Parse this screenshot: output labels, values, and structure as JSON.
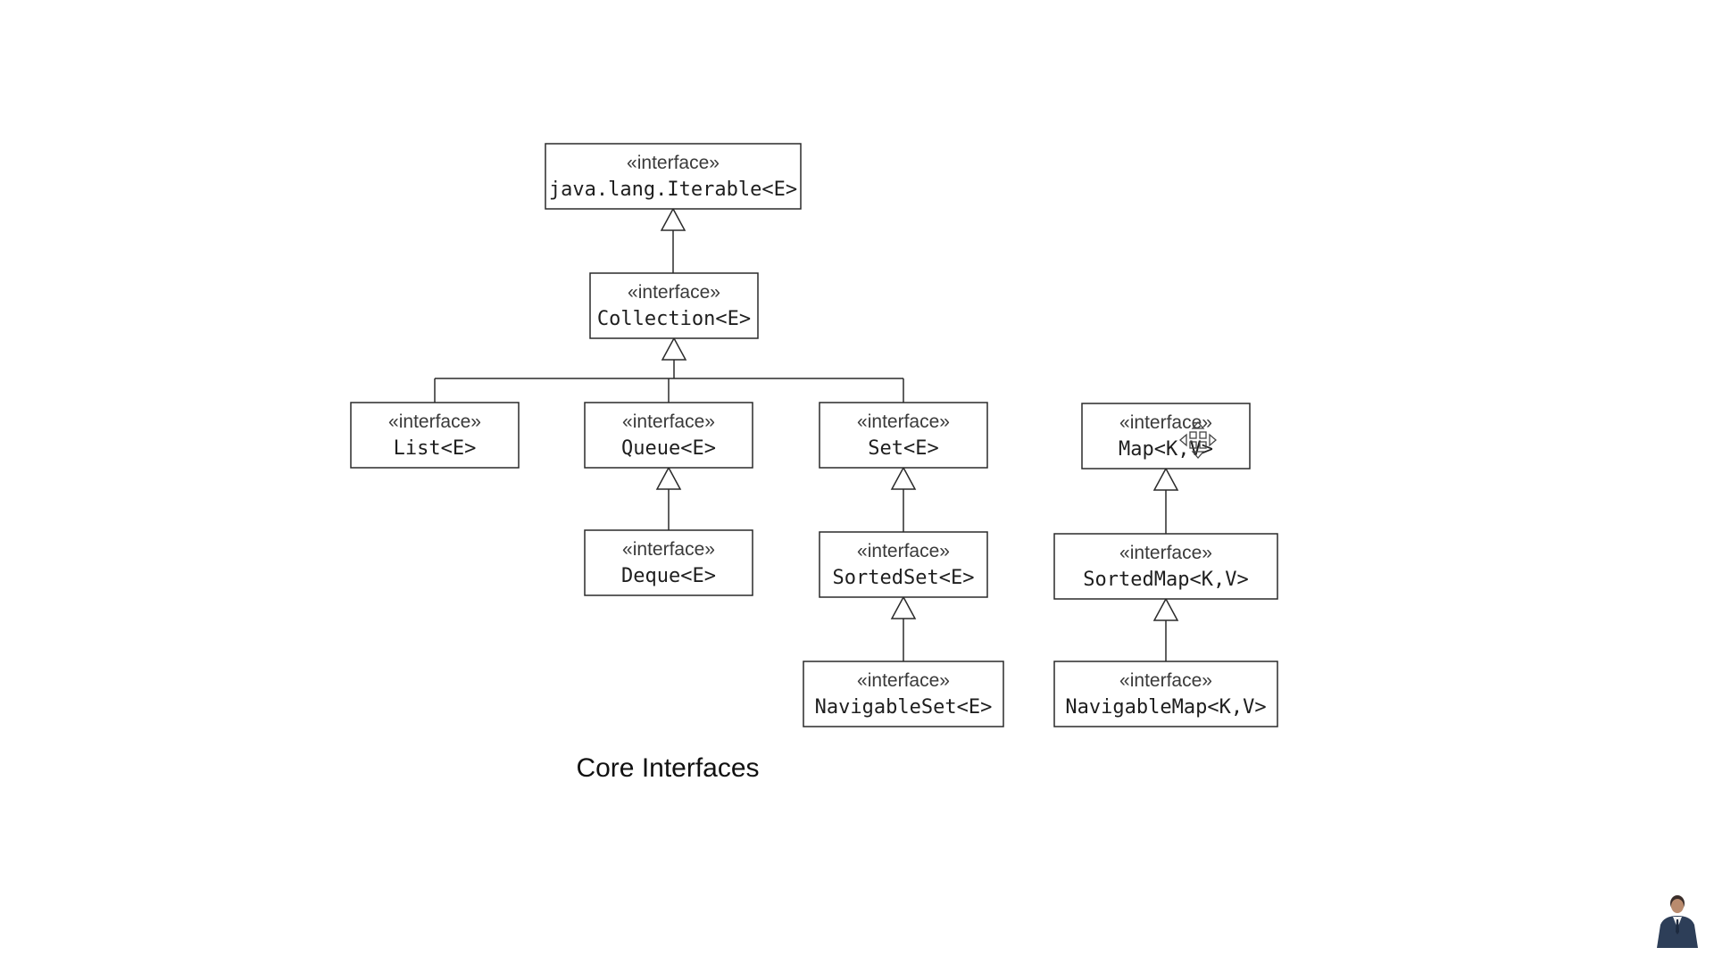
{
  "diagram": {
    "stereotype": "«interface»",
    "caption": "Core Interfaces",
    "nodes": [
      {
        "id": "iterable",
        "name": "java.lang.Iterable<E>"
      },
      {
        "id": "collection",
        "name": "Collection<E>"
      },
      {
        "id": "list",
        "name": "List<E>"
      },
      {
        "id": "queue",
        "name": "Queue<E>"
      },
      {
        "id": "set",
        "name": "Set<E>"
      },
      {
        "id": "deque",
        "name": "Deque<E>"
      },
      {
        "id": "sortedset",
        "name": "SortedSet<E>"
      },
      {
        "id": "navigableset",
        "name": "NavigableSet<E>"
      },
      {
        "id": "map",
        "name": "Map<K,V>"
      },
      {
        "id": "sortedmap",
        "name": "SortedMap<K,V>"
      },
      {
        "id": "navigablemap",
        "name": "NavigableMap<K,V>"
      }
    ],
    "edges": [
      {
        "from": "collection",
        "to": "iterable"
      },
      {
        "from": "list",
        "to": "collection"
      },
      {
        "from": "queue",
        "to": "collection"
      },
      {
        "from": "set",
        "to": "collection"
      },
      {
        "from": "deque",
        "to": "queue"
      },
      {
        "from": "sortedset",
        "to": "set"
      },
      {
        "from": "navigableset",
        "to": "sortedset"
      },
      {
        "from": "sortedmap",
        "to": "map"
      },
      {
        "from": "navigablemap",
        "to": "sortedmap"
      }
    ]
  },
  "overlay": {
    "cursor_icon": "move-cursor-icon",
    "presenter_icon": "presenter-avatar-icon"
  }
}
